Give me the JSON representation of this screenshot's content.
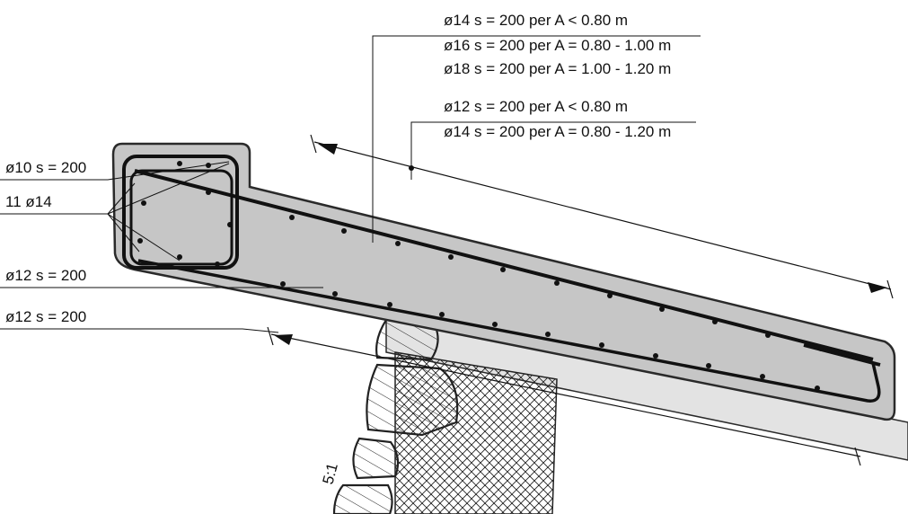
{
  "colors": {
    "concrete": "#c6c6c6",
    "outline": "#2a2a2a",
    "ground": "#e3e3e3",
    "rebar": "#111111",
    "stone": "#ffffff"
  },
  "labels": {
    "top_bars_1": "ø14  s = 200  per A < 0.80 m",
    "top_bars_2": "ø16  s = 200  per A = 0.80 - 1.00 m",
    "top_bars_3": "ø18  s = 200  per A = 1.00 - 1.20 m",
    "dist_bars_1": "ø12  s = 200  per A < 0.80 m",
    "dist_bars_2": "ø14  s = 200  per A = 0.80 - 1.20 m",
    "stirrup": "ø10  s = 200",
    "long_bars": "11  ø14",
    "bottom_bars": "ø12  s = 200",
    "bottom_bars_2": "ø12  s = 200",
    "batter": "5:1"
  }
}
